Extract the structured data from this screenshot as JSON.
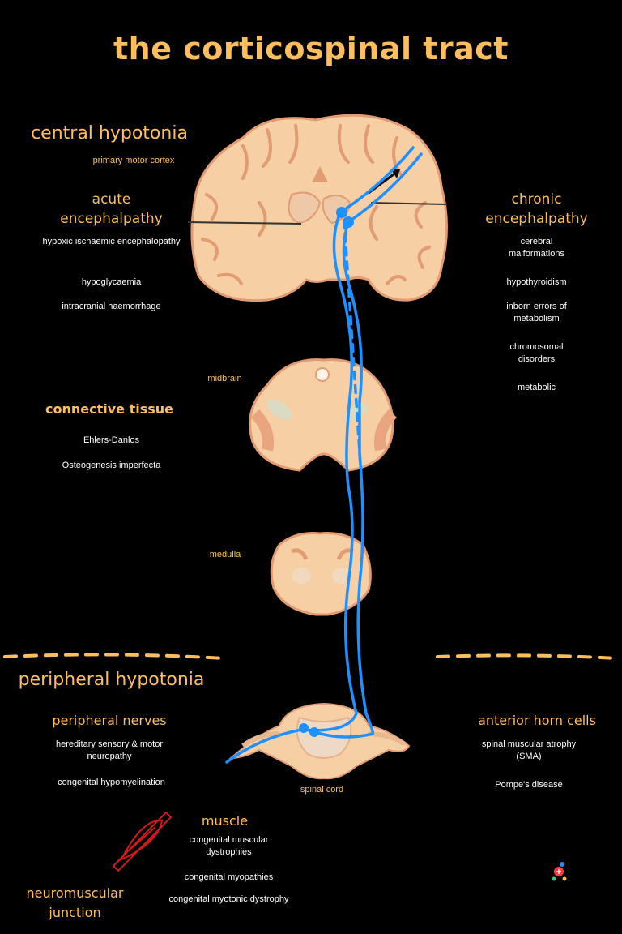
{
  "colors": {
    "accent": "#ffbe5c",
    "tract": "#1e90ff",
    "tissue": "#f6cfa5",
    "tissue_dark": "#e39b72",
    "white": "#ffffff",
    "muscle_icon": "#d11a1a"
  },
  "title": "the corticospinal tract",
  "central": {
    "heading": "central hypotonia",
    "label_cortex": "primary motor cortex",
    "acute": {
      "heading_line1": "acute",
      "heading_line2": "encephalpathy",
      "items": [
        "hypoxic ischaemic encephalopathy",
        "hypoglycaemia",
        "intracranial haemorrhage"
      ]
    },
    "chronic": {
      "heading_line1": "chronic",
      "heading_line2": "encephalpathy",
      "items": [
        [
          "cerebral",
          "malformations"
        ],
        [
          "hypothyroidism"
        ],
        [
          "inborn errors of",
          "metabolism"
        ],
        [
          "chromosomal",
          "disorders"
        ],
        [
          "metabolic"
        ]
      ]
    },
    "connective": {
      "heading": "connective tissue",
      "items": [
        "Ehlers-Danlos",
        "Osteogenesis imperfecta"
      ]
    },
    "label_midbrain": "midbrain",
    "label_medulla": "medulla"
  },
  "peripheral": {
    "heading": "peripheral hypotonia",
    "nerves": {
      "heading": "peripheral nerves",
      "items": [
        [
          "hereditary sensory & motor",
          "neuropathy"
        ],
        [
          "congenital hypomyelination"
        ]
      ]
    },
    "anterior_horn": {
      "heading": "anterior horn cells",
      "items": [
        [
          "spinal muscular atrophy",
          "(SMA)"
        ],
        [
          "Pompe's disease"
        ]
      ]
    },
    "label_spinal": "spinal cord",
    "muscle": {
      "heading": "muscle",
      "items": [
        [
          "congenital muscular",
          "dystrophies"
        ],
        [
          "congenital myopathies"
        ],
        [
          "congenital myotonic dystrophy"
        ]
      ]
    },
    "nmj": {
      "heading_line1": "neuromuscular",
      "heading_line2": "junction"
    }
  },
  "icons": [
    "muscle-icon",
    "logo-icon"
  ]
}
